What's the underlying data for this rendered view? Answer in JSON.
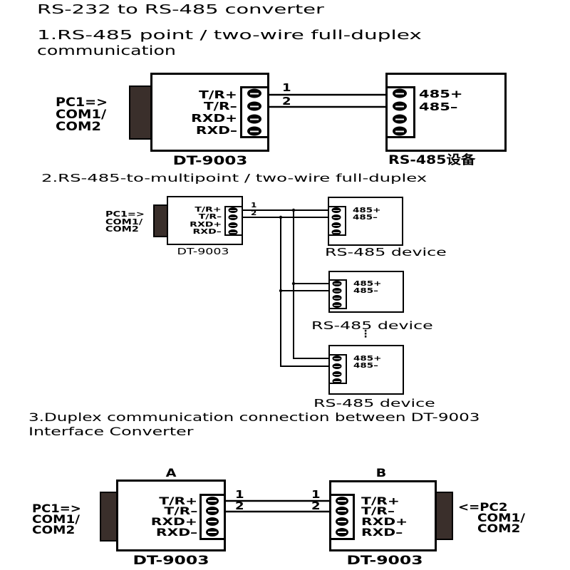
{
  "title": "RS-232 to RS-485 converter",
  "colors": {
    "line": "#000000",
    "connector": "#3a2f2b",
    "background": "#ffffff"
  },
  "section1": {
    "heading": [
      "1.RS-485 point / two-wire full-duplex",
      "communication"
    ],
    "pc_label": [
      "PC1=>",
      "COM1/",
      "COM2"
    ],
    "converter": {
      "model": "DT-9003",
      "terminals": [
        "T/R+",
        "T/R–",
        "RXD+",
        "RXD–"
      ]
    },
    "wire_labels": [
      "1",
      "2"
    ],
    "device": {
      "terminals": [
        "485+",
        "485–"
      ],
      "label": "RS-485设备"
    }
  },
  "section2": {
    "heading": "2.RS-485-to-multipoint / two-wire full-duplex",
    "pc_label": [
      "PC1=>",
      "COM1/",
      "COM2"
    ],
    "converter": {
      "model": "DT-9003",
      "terminals": [
        "T/R+",
        "T/R–",
        "RXD+",
        "RXD–"
      ]
    },
    "wire_labels": [
      "1",
      "2"
    ],
    "devices": [
      {
        "terminals": [
          "485+",
          "485–"
        ],
        "label": "RS-485 device"
      },
      {
        "terminals": [
          "485+",
          "485–"
        ],
        "label": "RS-485 device"
      },
      {
        "terminals": [
          "485+",
          "485–"
        ],
        "label": "RS-485 device"
      }
    ],
    "continuation_mark": "⋮"
  },
  "section3": {
    "heading": [
      "3.Duplex communication connection between DT-9003",
      "Interface Converter"
    ],
    "unit_a": {
      "tag": "A",
      "pc_label": [
        "PC1=>",
        "COM1/",
        "COM2"
      ],
      "model": "DT-9003",
      "terminals": [
        "T/R+",
        "T/R–",
        "RXD+",
        "RXD–"
      ]
    },
    "unit_b": {
      "tag": "B",
      "pc_label": [
        "<=PC2",
        "COM1/",
        "COM2"
      ],
      "model": "DT-9003",
      "terminals": [
        "T/R+",
        "T/R–",
        "RXD+",
        "RXD–"
      ]
    },
    "wire_labels_a": [
      "1",
      "2"
    ],
    "wire_labels_b": [
      "1",
      "2"
    ]
  }
}
